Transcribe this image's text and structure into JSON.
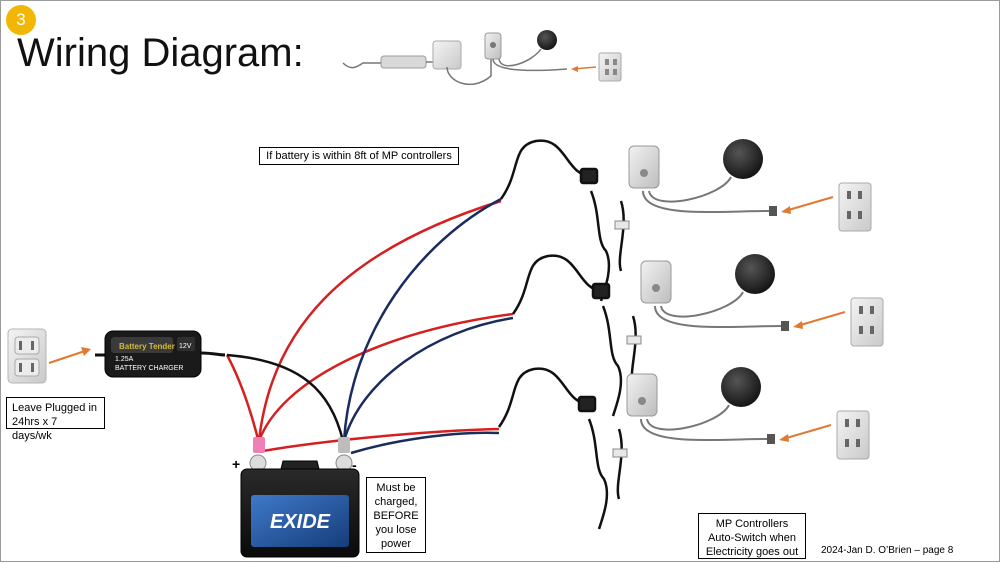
{
  "slide": {
    "badge_number": "3",
    "title": "Wiring Diagram:",
    "footer": "2024-Jan    D. O’Brien – page 8"
  },
  "notes": {
    "within_8ft": "If battery is within 8ft of MP controllers",
    "leave_plugged_line1": "Leave Plugged in",
    "leave_plugged_line2": "24hrs x 7 days/wk",
    "must_charged_lines": [
      "Must be",
      "charged,",
      "BEFORE",
      "you lose",
      "power"
    ],
    "auto_switch_lines": [
      "MP Controllers",
      "Auto-Switch when",
      "Electricity goes out"
    ]
  },
  "charger": {
    "line1": "1.25A",
    "line2": "BATTERY CHARGER",
    "voltage": "12V"
  },
  "battery": {
    "brand": "EXIDE",
    "positive_label": "+",
    "negative_label": "-"
  },
  "colors": {
    "positive_wire": "#d42020",
    "negative_wire": "#1a2b5e",
    "charger_wire": "#111111",
    "arrow": "#e07a30",
    "badge": "#f2b705",
    "battery_label": "#1f4e9c"
  },
  "icons": {
    "outlet": "outlet-icon",
    "charger": "charger-icon",
    "battery": "battery-icon",
    "controller": "controller-icon",
    "motor": "motor-puck-icon",
    "adapter_cable": "barrel-cable-icon",
    "plug": "plug-icon"
  }
}
